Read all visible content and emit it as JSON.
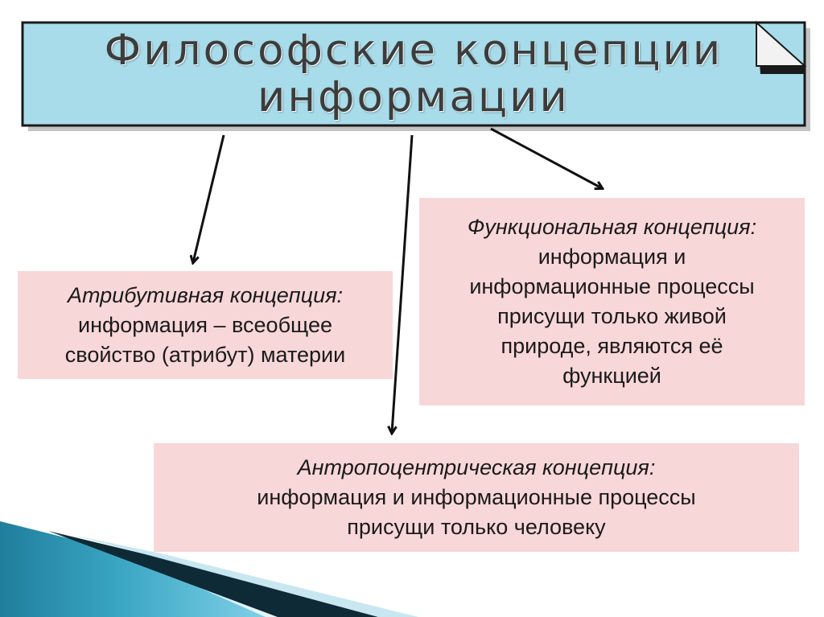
{
  "title": {
    "line1": "Философские концепции",
    "line2": "информации"
  },
  "concepts": {
    "attributive": {
      "heading": "Атрибутивная концепция:",
      "lines": [
        "информация – всеобщее",
        "свойство (атрибут) материи"
      ]
    },
    "functional": {
      "heading": "Функциональная концепция:",
      "lines": [
        "информация и",
        "информационные процессы",
        "присущи только живой",
        "природе, являются её",
        "функцией"
      ]
    },
    "anthropocentric": {
      "heading": "Антропоцентрическая концепция:",
      "lines": [
        "информация и информационные процессы",
        "присущи только человеку"
      ]
    }
  },
  "colors": {
    "banner_fill": "#a8dcea",
    "banner_border": "#1a1a1a",
    "box_fill": "#f8d7d9",
    "arrow": "#111111",
    "accent_teal": "#2f8ea8"
  }
}
